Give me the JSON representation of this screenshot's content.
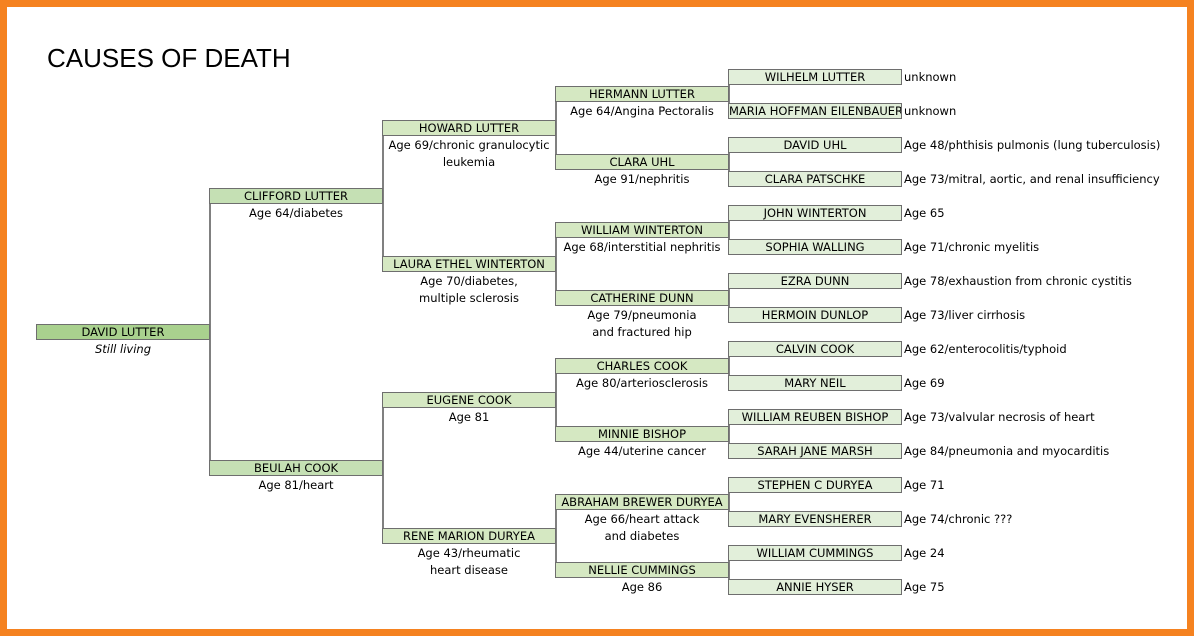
{
  "title": "CAUSES OF DEATH",
  "people": {
    "david_lutter": {
      "name": "DAVID LUTTER",
      "detail": "Still living"
    },
    "clifford_lutter": {
      "name": "CLIFFORD LUTTER",
      "detail": "Age 64/diabetes"
    },
    "beulah_cook": {
      "name": "BEULAH COOK",
      "detail": "Age 81/heart"
    },
    "howard_lutter": {
      "name": "HOWARD LUTTER",
      "detail": "Age 69/chronic granulocytic\nleukemia"
    },
    "laura_ethel_winterton": {
      "name": "LAURA ETHEL WINTERTON",
      "detail": "Age 70/diabetes,\nmultiple sclerosis"
    },
    "eugene_cook": {
      "name": "EUGENE COOK",
      "detail": "Age 81"
    },
    "rene_marion_duryea": {
      "name": "RENE MARION DURYEA",
      "detail": "Age 43/rheumatic\nheart disease"
    },
    "hermann_lutter": {
      "name": "HERMANN LUTTER",
      "detail": "Age 64/Angina Pectoralis"
    },
    "clara_uhl": {
      "name": "CLARA UHL",
      "detail": "Age 91/nephritis"
    },
    "william_winterton": {
      "name": "WILLIAM WINTERTON",
      "detail": "Age 68/interstitial nephritis"
    },
    "catherine_dunn": {
      "name": "CATHERINE DUNN",
      "detail": "Age 79/pneumonia\nand fractured hip"
    },
    "charles_cook": {
      "name": "CHARLES COOK",
      "detail": "Age 80/arteriosclerosis"
    },
    "minnie_bishop": {
      "name": "MINNIE BISHOP",
      "detail": "Age 44/uterine cancer"
    },
    "abraham_brewer_duryea": {
      "name": "ABRAHAM BREWER DURYEA",
      "detail": "Age 66/heart attack\nand diabetes"
    },
    "nellie_cummings": {
      "name": "NELLIE CUMMINGS",
      "detail": "Age 86"
    },
    "wilhelm_lutter": {
      "name": "WILHELM LUTTER",
      "detail": "unknown"
    },
    "maria_hoffman_eilenbauer": {
      "name": "MARIA HOFFMAN EILENBAUER",
      "detail": "unknown"
    },
    "david_uhl": {
      "name": "DAVID UHL",
      "detail": "Age 48/phthisis pulmonis (lung tuberculosis)"
    },
    "clara_patschke": {
      "name": "CLARA PATSCHKE",
      "detail": "Age 73/mitral, aortic, and renal insufficiency"
    },
    "john_winterton": {
      "name": "JOHN WINTERTON",
      "detail": "Age 65"
    },
    "sophia_walling": {
      "name": "SOPHIA WALLING",
      "detail": "Age 71/chronic myelitis"
    },
    "ezra_dunn": {
      "name": "EZRA DUNN",
      "detail": "Age 78/exhaustion from chronic cystitis"
    },
    "hermoin_dunlop": {
      "name": "HERMOIN DUNLOP",
      "detail": "Age 73/liver cirrhosis"
    },
    "calvin_cook": {
      "name": "CALVIN COOK",
      "detail": "Age 62/enterocolitis/typhoid"
    },
    "mary_neil": {
      "name": "MARY NEIL",
      "detail": "Age 69"
    },
    "william_reuben_bishop": {
      "name": "WILLIAM REUBEN BISHOP",
      "detail": "Age 73/valvular necrosis of heart"
    },
    "sarah_jane_marsh": {
      "name": "SARAH JANE MARSH",
      "detail": "Age 84/pneumonia and myocarditis"
    },
    "stephen_c_duryea": {
      "name": "STEPHEN C DURYEA",
      "detail": "Age 71"
    },
    "mary_evensherer": {
      "name": "MARY EVENSHERER",
      "detail": "Age 74/chronic ???"
    },
    "william_cummings": {
      "name": "WILLIAM CUMMINGS",
      "detail": "Age 24"
    },
    "annie_hyser": {
      "name": "ANNIE HYSER",
      "detail": "Age 75"
    }
  },
  "colors": {
    "frame": "#f58220",
    "generation_0": "#a9d18e",
    "generation_1": "#c5e0b4",
    "generation_2": "#d5e8c2",
    "generation_3": "#e2efda",
    "line": "#000000"
  }
}
